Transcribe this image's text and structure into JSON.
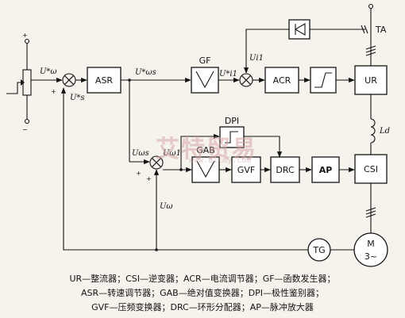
{
  "blocks": {
    "asr": "ASR",
    "gf": "GF",
    "acr": "ACR",
    "ur": "UR",
    "dpi": "DPI",
    "gab": "GAB",
    "gvf": "GVF",
    "drc": "DRC",
    "ap": "AP",
    "csi": "CSI",
    "tg": "TG",
    "motor": "M",
    "motor_sub": "3~"
  },
  "signals": {
    "u_omega_star": "U*ω",
    "u_s_star": "U*s",
    "u_omega_s_star": "U*ωs",
    "u_i1_star": "U*i1",
    "u_i1": "Ui1",
    "u_omega_s": "Uωs",
    "u_omega1": "Uω1",
    "u_omega": "Uω",
    "ta": "TA",
    "ld": "Ld",
    "plus": "+",
    "minus": "−"
  },
  "watermark": {
    "text": "艾特贸易",
    "url": "www.aitmy.com"
  },
  "legend": {
    "line1": "UR—整流器；CSI—逆变器；ACR—电流调节器；GF—函数发生器；",
    "line2": "ASR—转速调节器；GAB—绝对值变换器；DPI—极性鉴别器；",
    "line3": "GVF—压频变换器；DRC—环形分配器；AP—脉冲放大器"
  }
}
